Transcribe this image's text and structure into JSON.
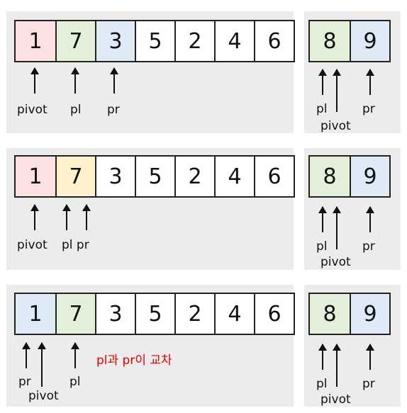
{
  "colors": {
    "pink": "#fde1e1",
    "green": "#e3efd9",
    "blue": "#deeaf6",
    "yellow": "#fff2cc",
    "white": "#ffffff"
  },
  "rows": [
    {
      "left_cells": [
        {
          "value": "1",
          "color": "pink"
        },
        {
          "value": "7",
          "color": "green"
        },
        {
          "value": "3",
          "color": "blue"
        },
        {
          "value": "5",
          "color": "white"
        },
        {
          "value": "2",
          "color": "white"
        },
        {
          "value": "4",
          "color": "white"
        },
        {
          "value": "6",
          "color": "white"
        }
      ],
      "right_cells": [
        {
          "value": "8",
          "color": "green"
        },
        {
          "value": "9",
          "color": "blue"
        }
      ],
      "labels": {
        "a": "pivot",
        "b": "pl",
        "c": "pr",
        "r_pl": "pl",
        "r_pr": "pr",
        "r_pivot": "pivot"
      }
    },
    {
      "left_cells": [
        {
          "value": "1",
          "color": "pink"
        },
        {
          "value": "7",
          "color": "yellow"
        },
        {
          "value": "3",
          "color": "white"
        },
        {
          "value": "5",
          "color": "white"
        },
        {
          "value": "2",
          "color": "white"
        },
        {
          "value": "4",
          "color": "white"
        },
        {
          "value": "6",
          "color": "white"
        }
      ],
      "right_cells": [
        {
          "value": "8",
          "color": "green"
        },
        {
          "value": "9",
          "color": "blue"
        }
      ],
      "labels": {
        "a": "pivot",
        "b": "pl pr",
        "r_pl": "pl",
        "r_pr": "pr",
        "r_pivot": "pivot"
      }
    },
    {
      "left_cells": [
        {
          "value": "1",
          "color": "blue"
        },
        {
          "value": "7",
          "color": "green"
        },
        {
          "value": "3",
          "color": "white"
        },
        {
          "value": "5",
          "color": "white"
        },
        {
          "value": "2",
          "color": "white"
        },
        {
          "value": "4",
          "color": "white"
        },
        {
          "value": "6",
          "color": "white"
        }
      ],
      "right_cells": [
        {
          "value": "8",
          "color": "green"
        },
        {
          "value": "9",
          "color": "blue"
        }
      ],
      "labels": {
        "a": "pr",
        "b": "pivot",
        "c": "pl",
        "r_pl": "pl",
        "r_pr": "pr",
        "r_pivot": "pivot"
      },
      "note": "pl과 pr이 교차"
    }
  ]
}
